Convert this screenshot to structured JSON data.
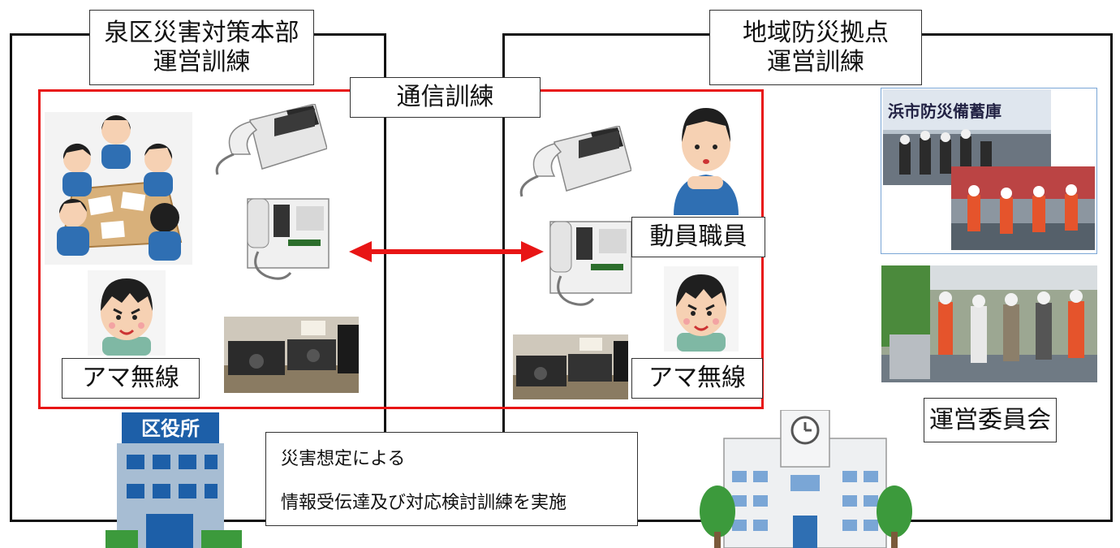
{
  "left_group": {
    "title_line1": "泉区災害対策本部",
    "title_line2": "運営訓練",
    "ham_label": "アマ無線",
    "building_sign": "区役所"
  },
  "right_group": {
    "title_line1": "地域防災拠点",
    "title_line2": "運営訓練",
    "staff_label": "動員職員",
    "ham_label": "アマ無線",
    "committee_label": "運営委員会",
    "photo_sign": "浜市防災備蓄庫"
  },
  "comm_training_label": "通信訓練",
  "note": {
    "line1": "災害想定による",
    "line2": "情報受伝達及び対応検討訓練を実施"
  },
  "colors": {
    "frame": "#111111",
    "accent_red": "#e81515",
    "staff_blue": "#2f6fb3",
    "tree_green": "#3c9a3c"
  }
}
